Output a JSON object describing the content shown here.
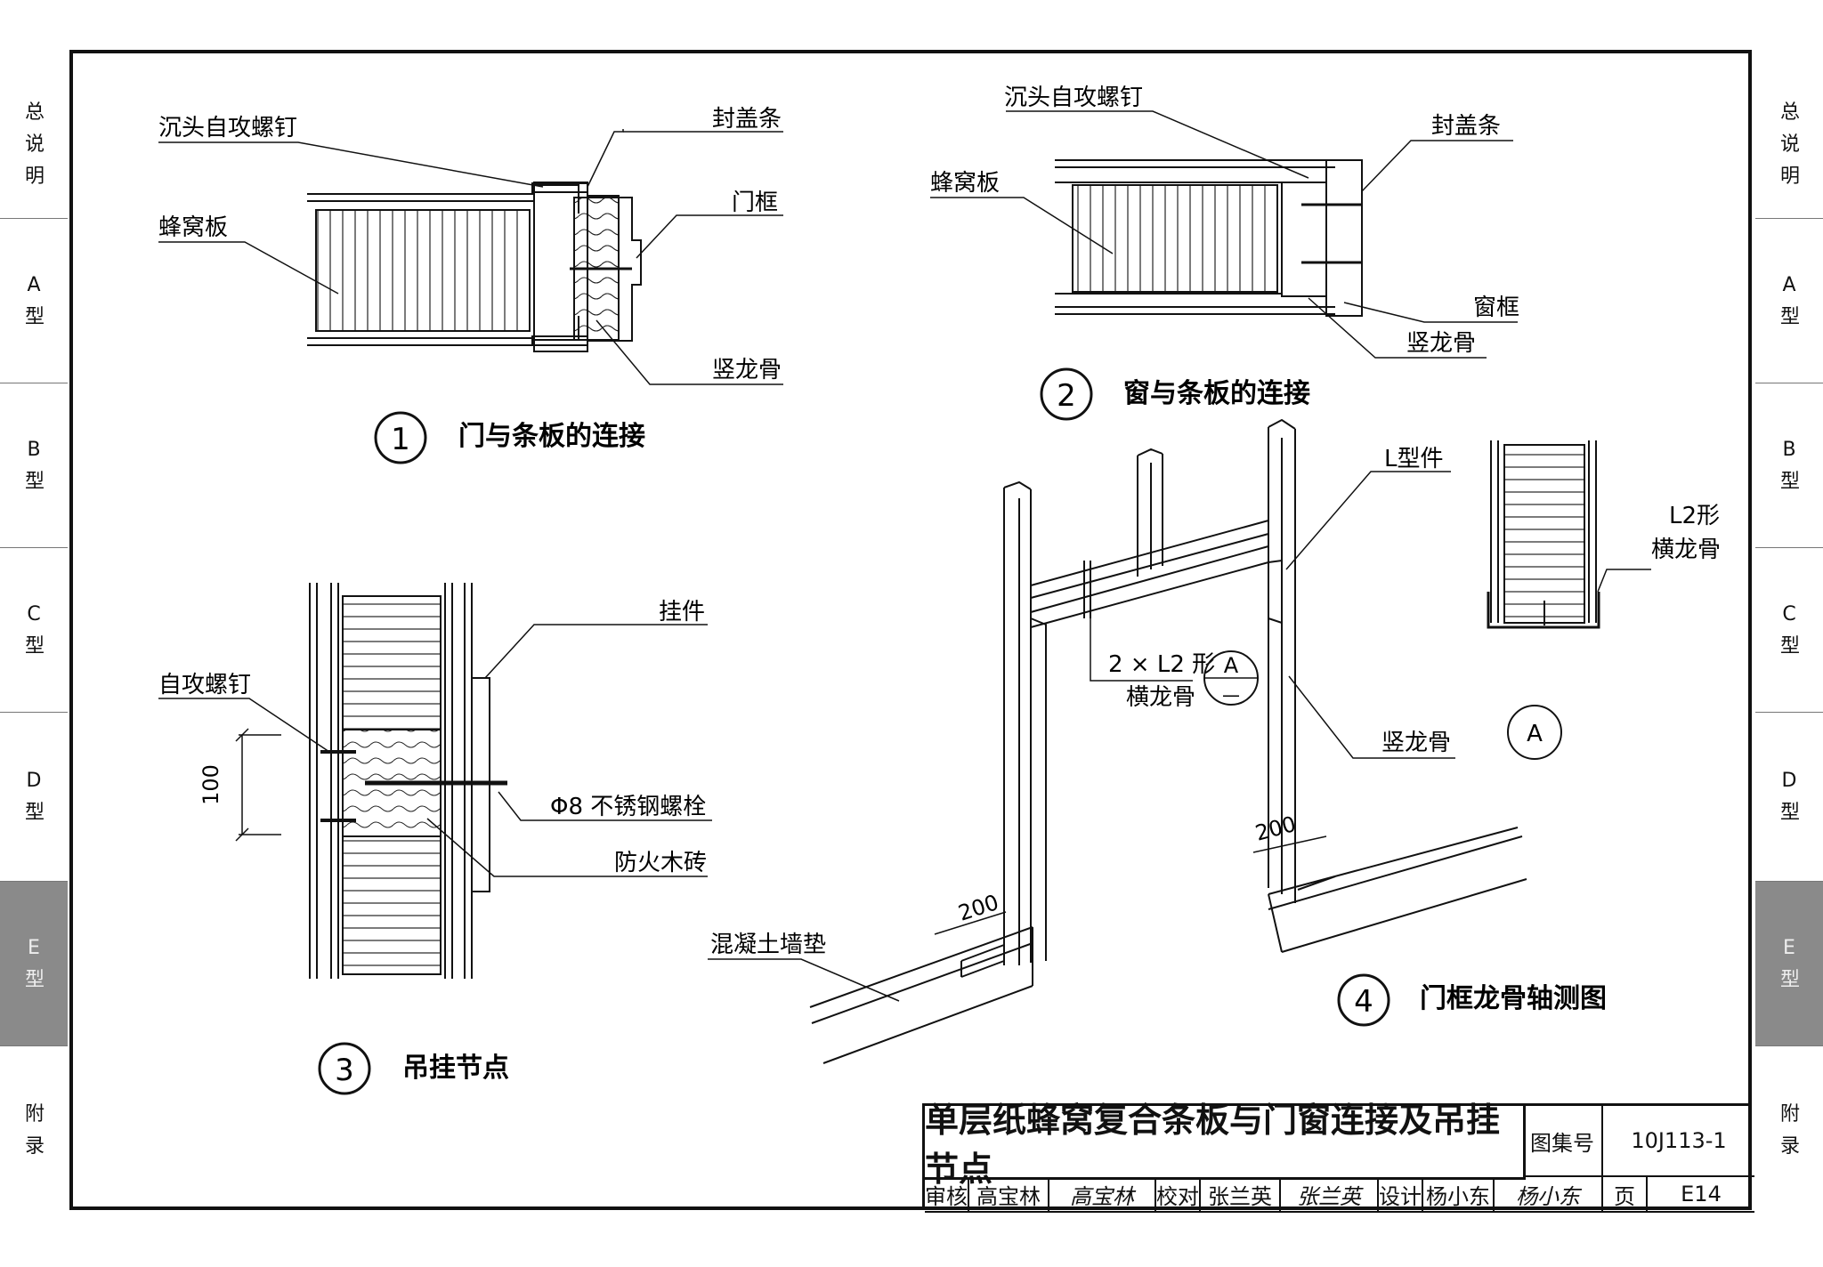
{
  "side_tabs": {
    "general": "总说明",
    "a": "A型",
    "b": "B型",
    "c": "C型",
    "d": "D型",
    "e": "E型",
    "appendix": "附录"
  },
  "detail1": {
    "num": "1",
    "title": "门与条板的连接",
    "labels": {
      "screw": "沉头自攻螺钉",
      "cover": "封盖条",
      "honeycomb": "蜂窝板",
      "door_frame": "门框",
      "stud": "竖龙骨"
    }
  },
  "detail2": {
    "num": "2",
    "title": "窗与条板的连接",
    "labels": {
      "screw": "沉头自攻螺钉",
      "cover": "封盖条",
      "honeycomb": "蜂窝板",
      "window_frame": "窗框",
      "stud": "竖龙骨"
    }
  },
  "detail3": {
    "num": "3",
    "title": "吊挂节点",
    "labels": {
      "hanger": "挂件",
      "screw": "自攻螺钉",
      "dim": "100",
      "bolt": "Φ8 不锈钢螺栓",
      "wood": "防火木砖"
    }
  },
  "detail4": {
    "num": "4",
    "title": "门框龙骨轴测图",
    "labels": {
      "l_piece": "L型件",
      "l2_a": "2 × L2 形",
      "l2_b": "横龙骨",
      "stud": "竖龙骨",
      "curb": "混凝土墙垫",
      "dim_left": "200",
      "dim_right": "200",
      "callout_top": "A",
      "callout_bottom": "—",
      "callout_a": "A"
    }
  },
  "detailA": {
    "label1": "L2形",
    "label2": "横龙骨"
  },
  "title_block": {
    "title": "单层纸蜂窝复合条板与门窗连接及吊挂节点",
    "atlas_label": "图集号",
    "atlas_no": "10J113-1",
    "review": "审核",
    "reviewer": "高宝林",
    "reviewer_sig": "高宝林",
    "check": "校对",
    "checker": "张兰英",
    "checker_sig": "张兰英",
    "design": "设计",
    "designer": "杨小东",
    "designer_sig": "杨小东",
    "page_label": "页",
    "page_no": "E14"
  }
}
